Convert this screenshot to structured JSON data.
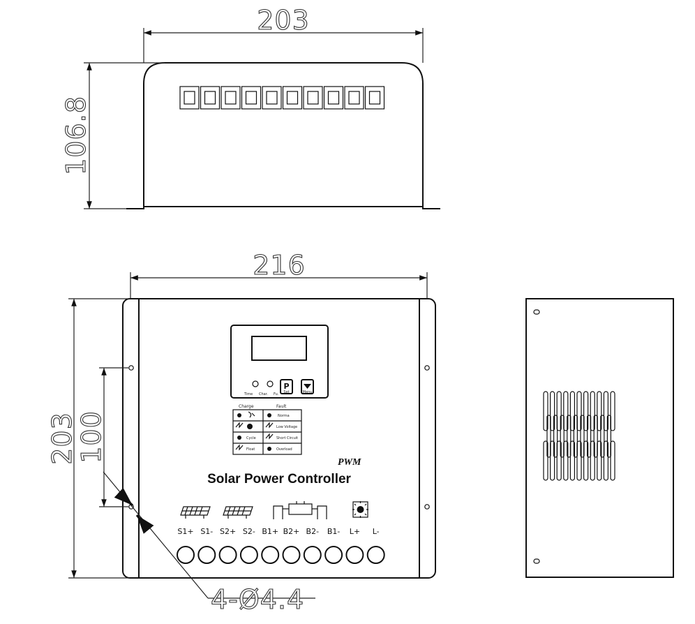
{
  "dimensions": {
    "top_width": "203",
    "top_height": "106.8",
    "front_width": "216",
    "front_height": "203",
    "hole_spacing": "100",
    "hole_callout": "4-Ø4.4"
  },
  "front_panel": {
    "title": "Solar Power Controller",
    "mode": "PWM",
    "display_labels": [
      "Time",
      "Char.",
      "Fu."
    ],
    "buttons": [
      "Set",
      "Menu"
    ],
    "status_table": {
      "headers": [
        "Charge",
        "Fault"
      ],
      "charge_rows": [
        "",
        "",
        "Cycle",
        "Float"
      ],
      "fault_rows": [
        "Norma",
        "Low Voltage",
        "Short Circuit",
        "Overload"
      ]
    },
    "terminals": [
      "S1+",
      "S1-",
      "S2+",
      "S2-",
      "B1+",
      "B2+",
      "B2-",
      "B1-",
      "L+",
      "L-"
    ]
  }
}
